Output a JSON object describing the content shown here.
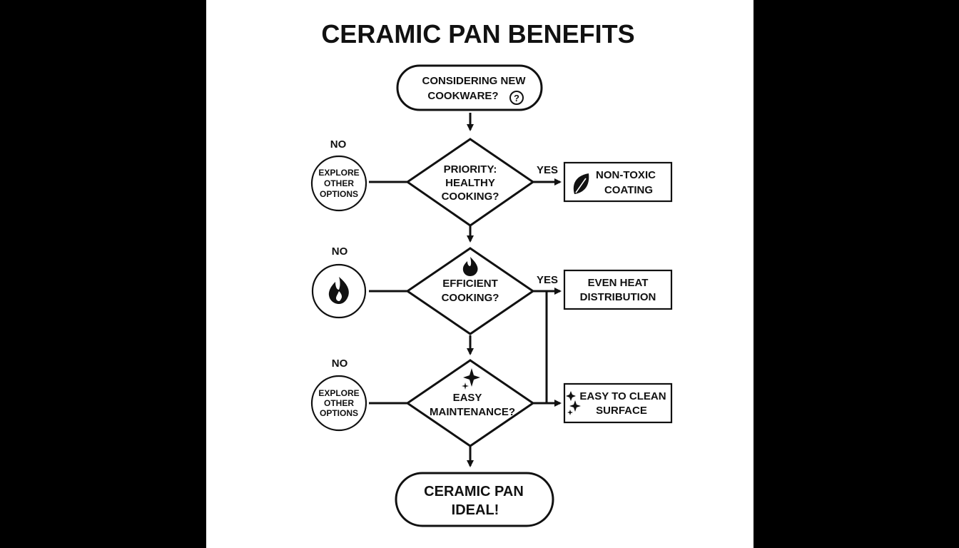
{
  "title": "CERAMIC PAN BENEFITS",
  "start": {
    "line1": "CONSIDERING NEW",
    "line2": "COOKWARE?"
  },
  "decision1": {
    "line1": "PRIORITY:",
    "line2": "HEALTHY",
    "line3": "COOKING?"
  },
  "decision2": {
    "line1": "EFFICIENT",
    "line2": "COOKING?"
  },
  "decision3": {
    "line1": "EASY",
    "line2": "MAINTENANCE?"
  },
  "end": {
    "line1": "CERAMIC PAN",
    "line2": "IDEAL!"
  },
  "labels": {
    "yes": "YES",
    "no": "NO"
  },
  "no_outcome1": {
    "line1": "EXPLORE",
    "line2": "OTHER",
    "line3": "OPTIONS"
  },
  "no_outcome3": {
    "line1": "EXPLORE",
    "line2": "OTHER",
    "line3": "OPTIONS"
  },
  "benefit1": {
    "line1": "NON-TOXIC",
    "line2": "COATING"
  },
  "benefit2": {
    "line1": "EVEN HEAT",
    "line2": "DISTRIBUTION"
  },
  "benefit3": {
    "line1": "EASY TO CLEAN",
    "line2": "SURFACE"
  },
  "icons": {
    "start": "question-circle-icon",
    "benefit1": "leaf-icon",
    "decision2": "flame-icon",
    "no_outcome2": "flame-icon",
    "decision3": "sparkle-icon",
    "benefit3": "sparkle-icon"
  },
  "colors": {
    "ink": "#111111",
    "background": "#ffffff",
    "frame": "#000000"
  }
}
